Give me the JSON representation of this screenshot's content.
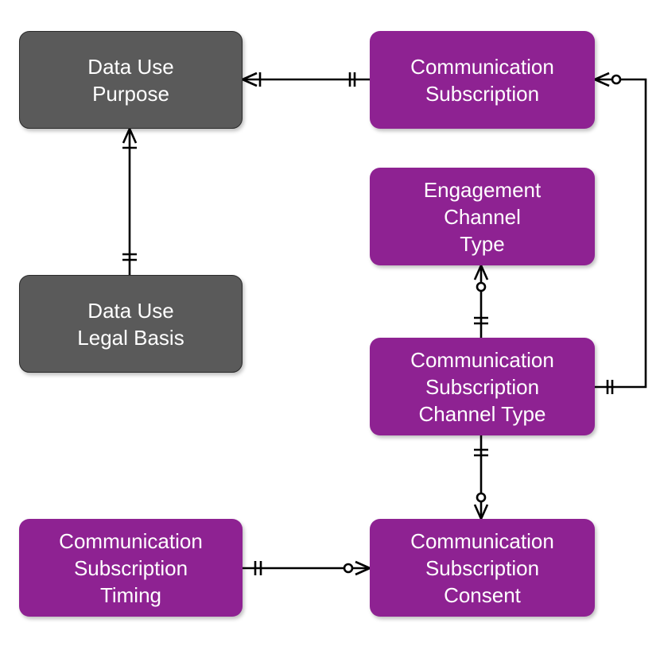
{
  "colors": {
    "core_entity": "#5a5a5a",
    "subscription_entity": "#8e2292",
    "connector": "#000000",
    "text": "#ffffff"
  },
  "entities": {
    "data_use_purpose": "Data Use\nPurpose",
    "data_use_legal_basis": "Data Use\nLegal Basis",
    "communication_subscription": "Communication\nSubscription",
    "engagement_channel_type": "Engagement\nChannel\nType",
    "communication_subscription_channel_type": "Communication\nSubscription\nChannel Type",
    "communication_subscription_timing": "Communication\nSubscription\nTiming",
    "communication_subscription_consent": "Communication\nSubscription\nConsent"
  },
  "relationships": [
    {
      "from": "data_use_purpose",
      "from_cardinality": "one-or-many",
      "to": "communication_subscription",
      "to_cardinality": "one-and-only-one"
    },
    {
      "from": "data_use_purpose",
      "from_cardinality": "one-or-many",
      "to": "data_use_legal_basis",
      "to_cardinality": "one-and-only-one"
    },
    {
      "from": "communication_subscription",
      "from_cardinality": "zero-or-many",
      "to": "communication_subscription_channel_type",
      "to_cardinality": "one-and-only-one"
    },
    {
      "from": "engagement_channel_type",
      "from_cardinality": "zero-or-many",
      "to": "communication_subscription_channel_type",
      "to_cardinality": "one-and-only-one"
    },
    {
      "from": "communication_subscription_channel_type",
      "from_cardinality": "one-and-only-one",
      "to": "communication_subscription_consent",
      "to_cardinality": "zero-or-many"
    },
    {
      "from": "communication_subscription_timing",
      "from_cardinality": "one-and-only-one",
      "to": "communication_subscription_consent",
      "to_cardinality": "zero-or-many"
    }
  ]
}
